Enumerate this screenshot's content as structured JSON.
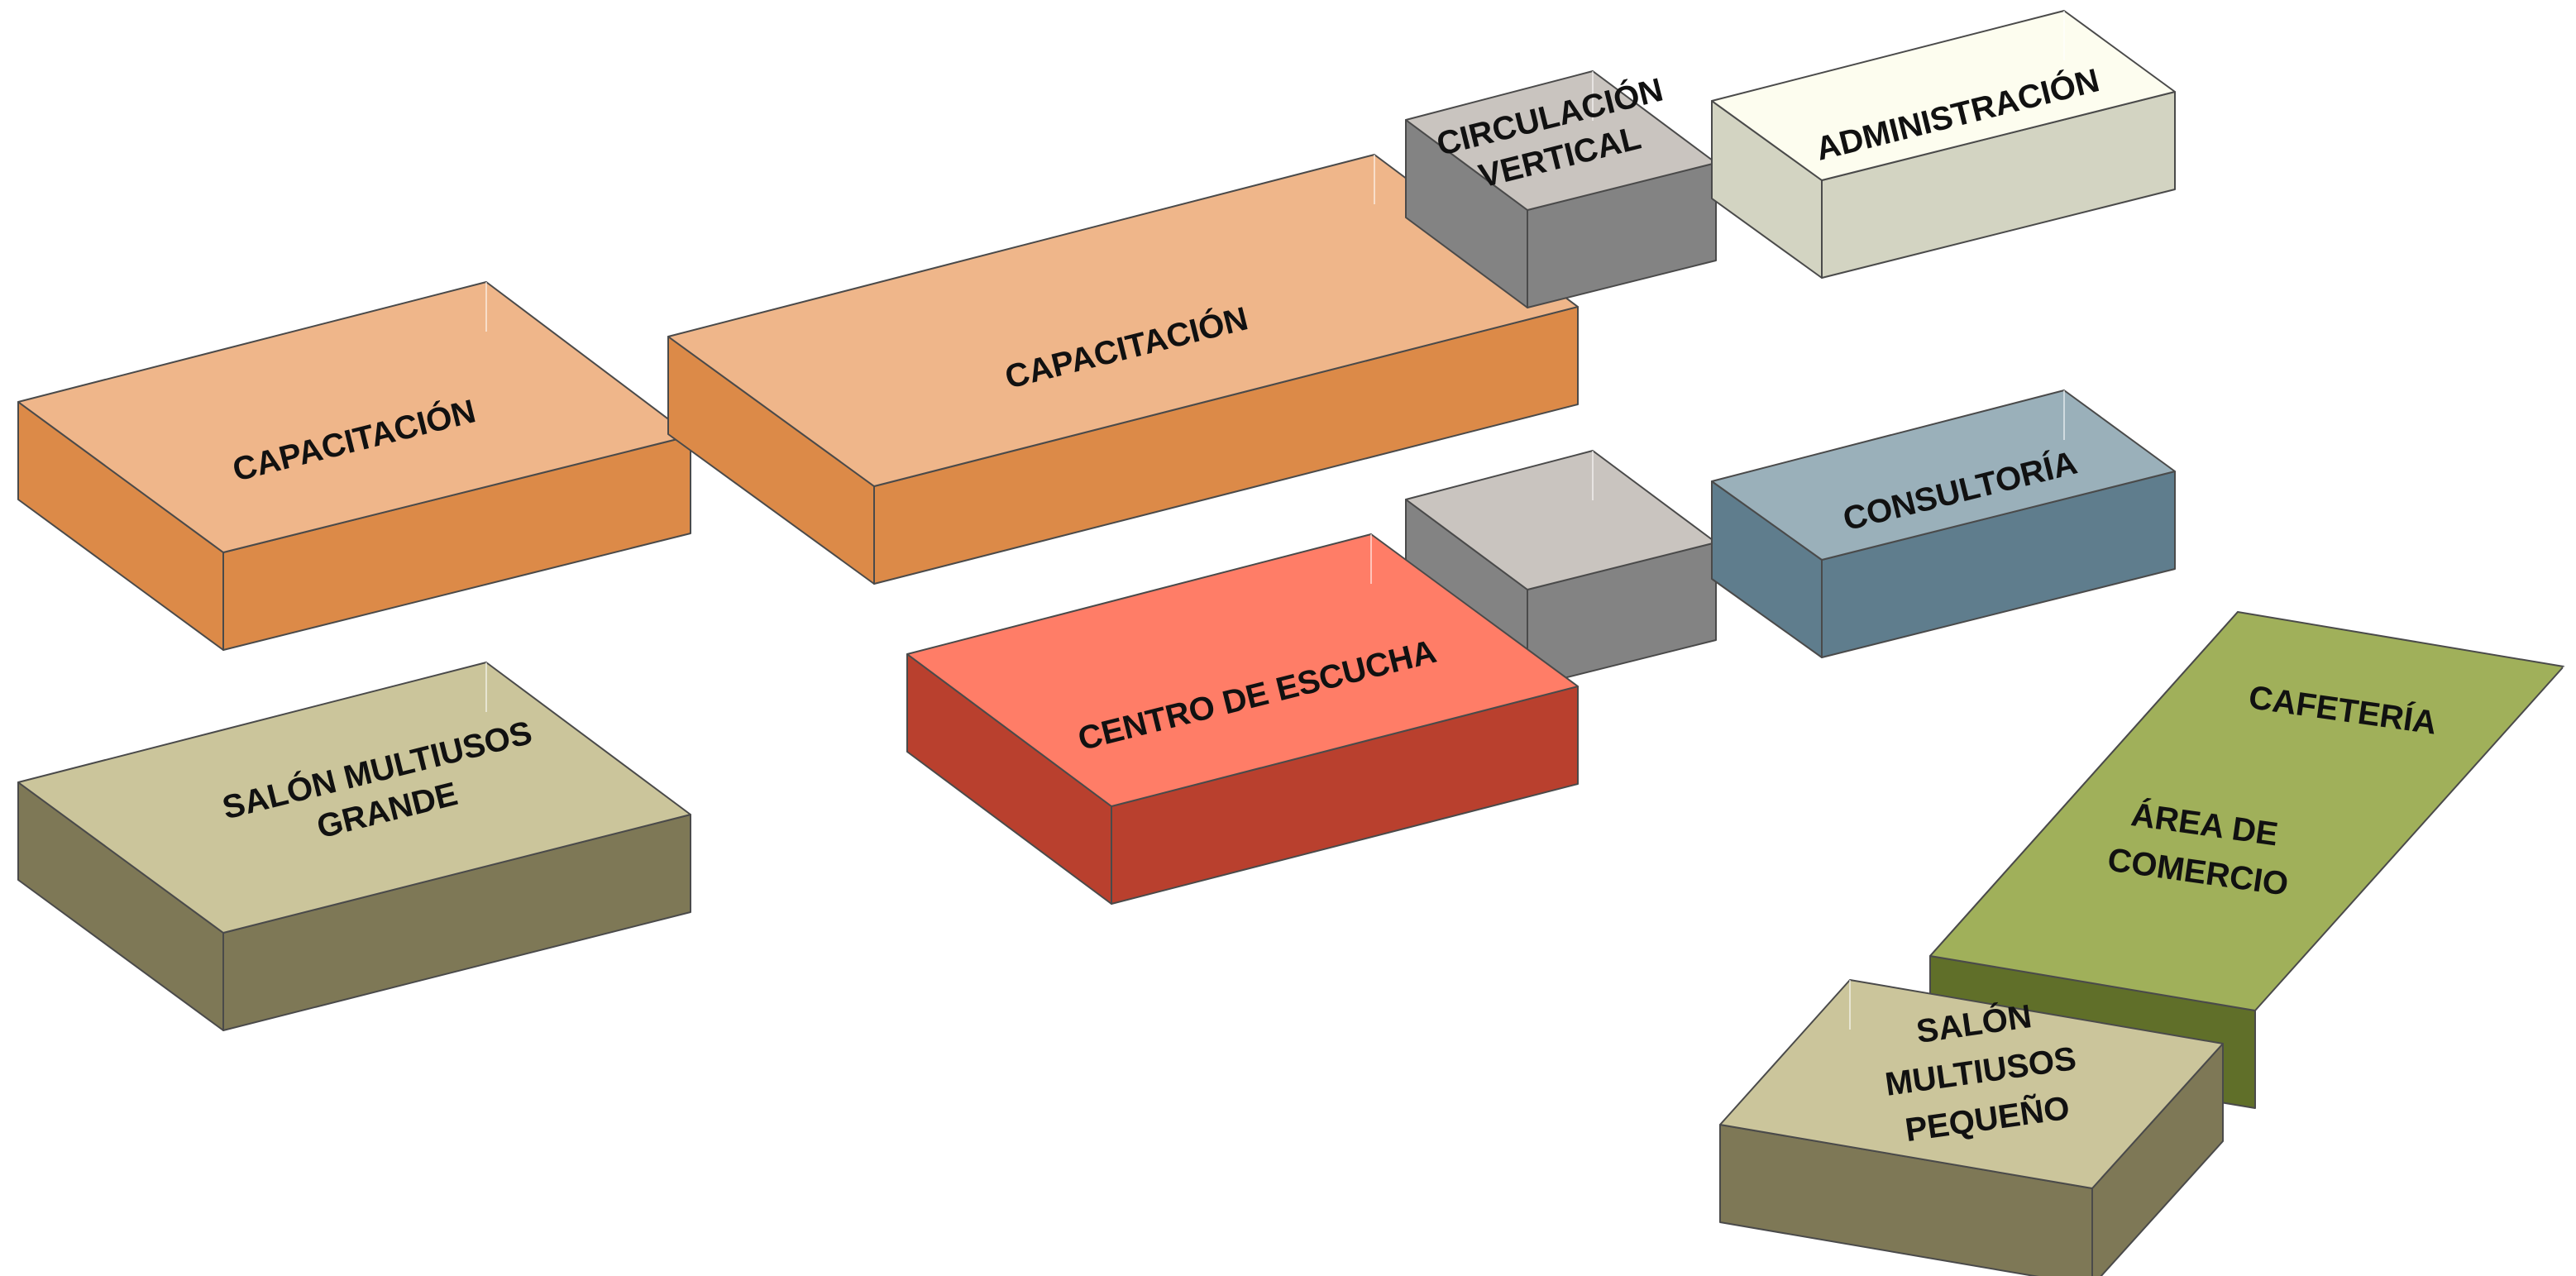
{
  "blocks": [
    {
      "id": "capacitacion-left",
      "lines": [
        "CAPACITACIÓN"
      ],
      "colors": {
        "top": "#EFB68A",
        "front": "#DC8A48",
        "side": "#DC8A48"
      }
    },
    {
      "id": "capacitacion-center",
      "lines": [
        "CAPACITACIÓN"
      ],
      "colors": {
        "top": "#EFB68A",
        "front": "#DC8A48",
        "side": "#DC8A48"
      }
    },
    {
      "id": "circulacion-vertical",
      "lines": [
        "CIRCULACIÓN",
        "VERTICAL"
      ],
      "colors": {
        "top": "#C9C4BF",
        "front": "#838383",
        "side": "#838383"
      }
    },
    {
      "id": "administracion",
      "lines": [
        "ADMINISTRACIÓN"
      ],
      "colors": {
        "top": "#FDFDEF",
        "front": "#D3D4C2",
        "side": "#D3D4C2"
      }
    },
    {
      "id": "circulacion-secondary",
      "lines": [],
      "colors": {
        "top": "#C9C4BF",
        "front": "#838383",
        "side": "#838383"
      }
    },
    {
      "id": "consultoria",
      "lines": [
        "CONSULTORÍA"
      ],
      "colors": {
        "top": "#9AB0BA",
        "front": "#5F7D8D",
        "side": "#5F7D8D"
      }
    },
    {
      "id": "salon-multiusos-grande",
      "lines": [
        "SALÓN MULTIUSOS",
        "GRANDE"
      ],
      "colors": {
        "top": "#CBC59B",
        "front": "#7E7856",
        "side": "#7E7856"
      }
    },
    {
      "id": "centro-de-escucha",
      "lines": [
        "CENTRO DE ESCUCHA"
      ],
      "colors": {
        "top": "#FF7D67",
        "front": "#B9402E",
        "side": "#B9402E"
      }
    },
    {
      "id": "cafeteria-comercio",
      "lines": [],
      "colors": {
        "top": "#A0B05A",
        "front": "#606F29",
        "side": "#606F29"
      }
    },
    {
      "id": "salon-multiusos-pequeno",
      "lines": [
        "SALÓN",
        "MULTIUSOS",
        "PEQUEÑO"
      ],
      "colors": {
        "top": "#CBC59B",
        "front": "#7E7856",
        "side": "#7E7856"
      }
    }
  ],
  "labels": {
    "cafeteria": [
      "CAFETERÍA"
    ],
    "area_comercio": [
      "ÁREA DE",
      "COMERCIO"
    ]
  }
}
